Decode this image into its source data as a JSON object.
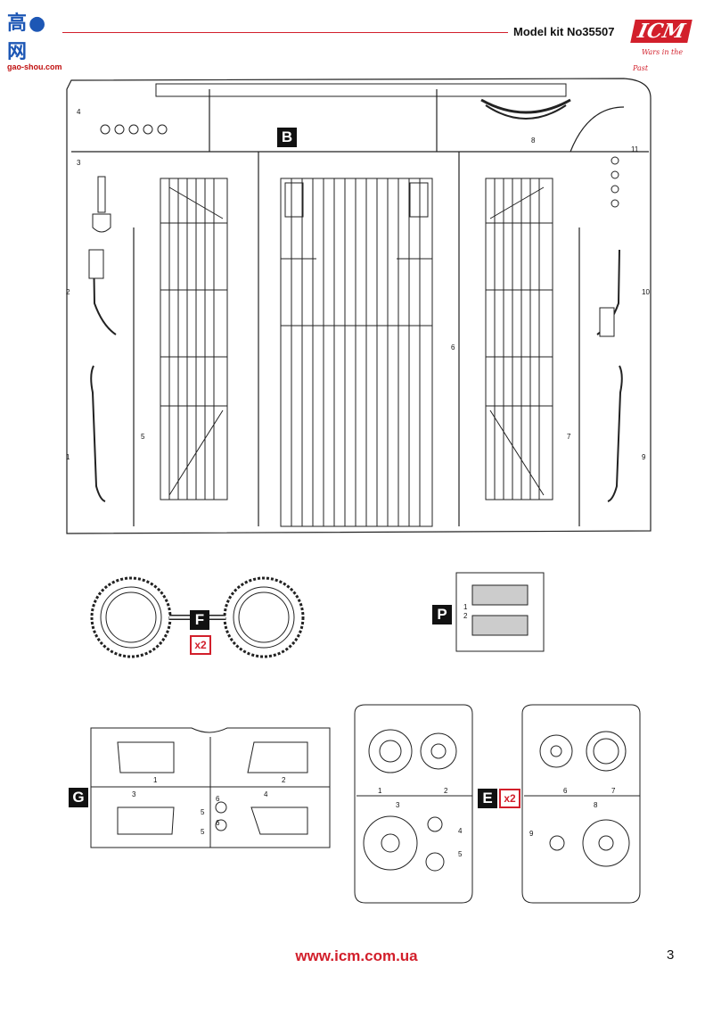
{
  "header": {
    "site_logo_text": "高●网",
    "site_logo_url": "gao-shou.com",
    "kit_number": "Model kit No35507",
    "brand_logo_text": "ICM",
    "brand_slogan": "Wars in the Past"
  },
  "sprues": {
    "B": {
      "letter": "B"
    },
    "F": {
      "letter": "F",
      "multiplier": "x2"
    },
    "P": {
      "letter": "P"
    },
    "G": {
      "letter": "G"
    },
    "E": {
      "letter": "E",
      "multiplier": "x2"
    }
  },
  "part_numbers": {
    "B": [
      "1",
      "2",
      "3",
      "4",
      "5",
      "6",
      "7",
      "8",
      "9",
      "10",
      "11"
    ],
    "P": [
      "1",
      "2"
    ],
    "G": [
      "1",
      "2",
      "3",
      "4",
      "5",
      "5",
      "6",
      "6"
    ],
    "E": [
      "1",
      "2",
      "3",
      "4",
      "5",
      "6",
      "7",
      "8",
      "9"
    ]
  },
  "footer": {
    "url": "www.icm.com.ua",
    "page_number": "3"
  },
  "colors": {
    "accent": "#d21f2b",
    "ink": "#111111"
  }
}
